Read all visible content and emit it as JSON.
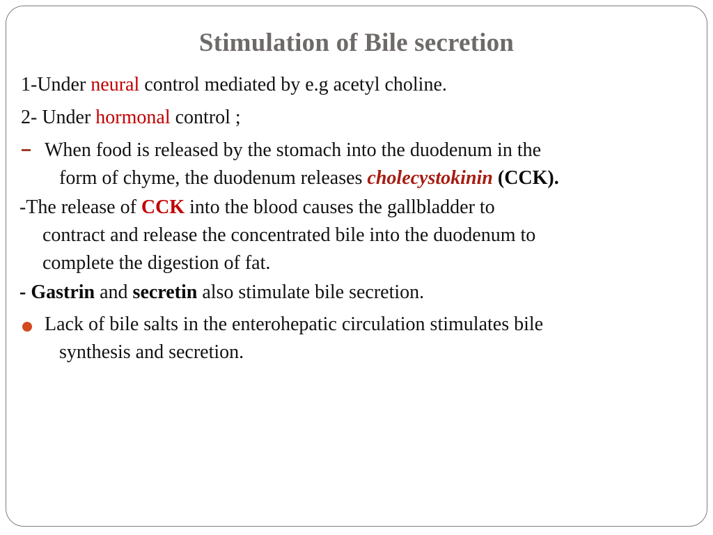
{
  "slide": {
    "title": "Stimulation of Bile secretion",
    "title_color": "#6e6a68",
    "background_color": "#ffffff",
    "frame_color": "#7d7d7d",
    "accent_red": "#c00000",
    "accent_dark_red": "#a61c12",
    "bullet_color": "#d1491f",
    "dash_marker_color": "#9e3b28"
  },
  "content": {
    "point1": {
      "prefix": "1-Under ",
      "highlight": "neural",
      "rest": " control  mediated by  e.g  acetyl choline."
    },
    "point2": {
      "prefix": "2- Under ",
      "highlight": "hormonal",
      "rest": " control ;"
    },
    "dash_item": {
      "marker": "dash-marker",
      "line1": "When food is released by the stomach into the duodenum in the",
      "line2_prefix": "form of  chyme, the duodenum releases  ",
      "line2_highlight": "cholecystokinin",
      "line2_suffix": " (CCK)."
    },
    "hyphen_item": {
      "line1_prefix": "-The release of ",
      "line1_highlight": "CCK",
      "line1_suffix": " into the blood causes the gallbladder to",
      "line2": "contract and release the concentrated bile into the duodenum to",
      "line3": "complete the digestion of fat."
    },
    "bold_line": {
      "bold1": "- Gastrin",
      "mid": "  and ",
      "bold2": "secretin",
      "rest": " also stimulate bile secretion."
    },
    "bullet_item": {
      "marker": "round-bullet",
      "line1": "Lack of bile salts in the enterohepatic circulation stimulates bile",
      "line2": "synthesis and secretion."
    }
  }
}
